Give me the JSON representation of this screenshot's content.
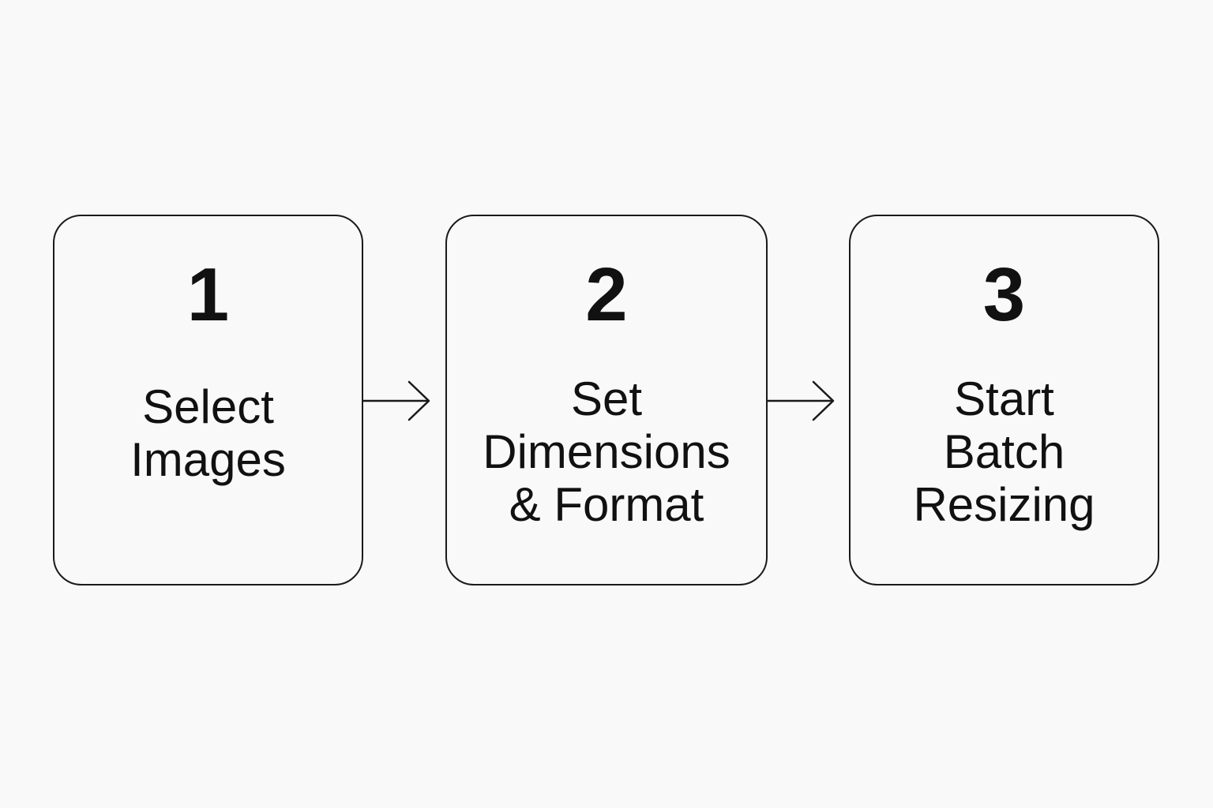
{
  "steps": [
    {
      "number": "1",
      "lines": [
        "Select",
        "Images"
      ]
    },
    {
      "number": "2",
      "lines": [
        "Set",
        "Dimensions",
        "& Format"
      ]
    },
    {
      "number": "3",
      "lines": [
        "Start",
        "Batch",
        "Resizing"
      ]
    }
  ],
  "colors": {
    "background": "#f9f9f9",
    "stroke": "#1a1a1a",
    "text": "#111111"
  },
  "icons": [
    "arrow-right-icon",
    "arrow-right-icon"
  ]
}
